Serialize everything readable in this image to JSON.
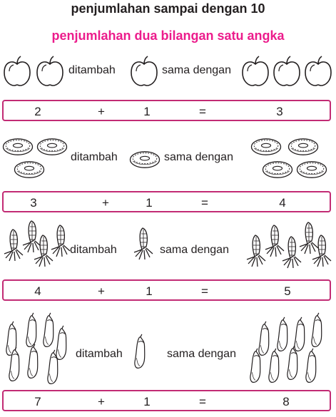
{
  "header": {
    "title": "penjumlahan sampai dengan 10",
    "subtitle": "penjumlahan dua bilangan satu angka"
  },
  "labels": {
    "added": "ditambah",
    "equals_word": "sama dengan"
  },
  "colors": {
    "accent": "#ec1c8c",
    "box_border": "#c22b74"
  },
  "problems": [
    {
      "item_icon": "apple-icon",
      "a": "2",
      "plus": "+",
      "b": "1",
      "eq": "=",
      "result": "3"
    },
    {
      "item_icon": "donut-icon",
      "a": "3",
      "plus": "+",
      "b": "1",
      "eq": "=",
      "result": "4"
    },
    {
      "item_icon": "corn-icon",
      "a": "4",
      "plus": "+",
      "b": "1",
      "eq": "=",
      "result": "5"
    },
    {
      "item_icon": "eggplant-icon",
      "a": "7",
      "plus": "+",
      "b": "1",
      "eq": "=",
      "result": "8"
    }
  ]
}
